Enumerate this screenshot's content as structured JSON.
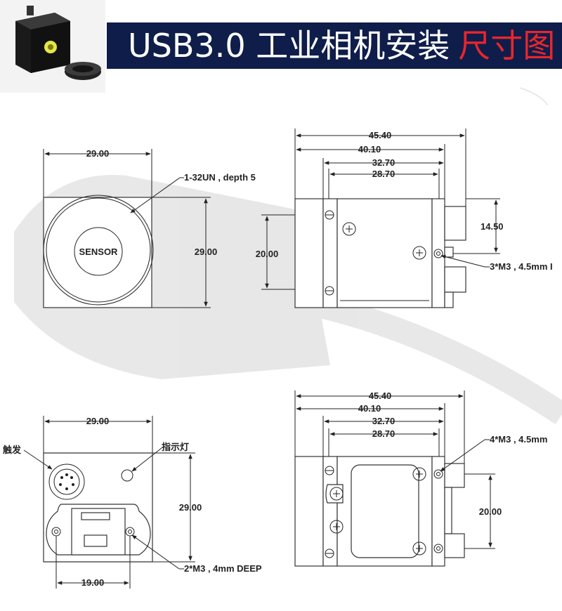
{
  "header": {
    "title_main": "USB3.0 工业相机安装",
    "title_highlight": "尺寸图",
    "highlight_color": "#e8262c",
    "banner_color": "#0f1d4a"
  },
  "front_view": {
    "width_label": "29.00",
    "height_label": "29.00",
    "sensor_label": "SENSOR",
    "thread_note": "1-32UN , depth 5"
  },
  "side_view_top": {
    "dim_total": "45.40",
    "dim_2": "40.10",
    "dim_3": "32.70",
    "dim_4": "28.70",
    "height_label": "20.00",
    "right_label": "14.50",
    "hole_note": "3*M3 , 4.5mm I"
  },
  "rear_view": {
    "width_label": "29.00",
    "height_label": "29.00",
    "bottom_label": "19.00",
    "trigger_label": "触发",
    "indicator_label": "指示灯",
    "hole_note": "2*M3 , 4mm DEEP"
  },
  "side_view_bottom": {
    "dim_total": "45.40",
    "dim_2": "40.10",
    "dim_3": "32.70",
    "dim_4": "28.70",
    "height_label": "20.00",
    "hole_note": "4*M3 , 4.5mm"
  }
}
